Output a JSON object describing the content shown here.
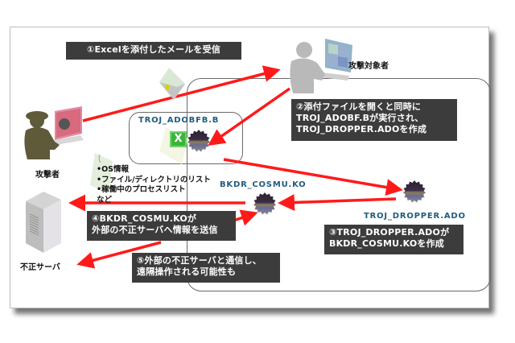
{
  "steps": {
    "step1": "①Excelを添付したメールを受信",
    "step2": "②添付ファイルを開くと同時に\nTROJ_ADOBF.Bが実行され、\nTROJ_DROPPER.ADOを作成",
    "step3": "③TROJ_DROPPER.ADOが\nBKDR_COSMU.KOを作成",
    "step4": "④BKDR_COSMU.KOが\n外部の不正サーバへ情報を送信",
    "step5": "⑤外部の不正サーバと通信し、\n遠隔操作される可能性も"
  },
  "actors": {
    "attacker": "攻撃者",
    "target": "攻撃対象者",
    "server": "不正サーバ"
  },
  "malware": {
    "adobfb": "TROJ_ADOBFB.B",
    "cosmu": "BKDR_COSMU.KO",
    "dropper": "TROJ_DROPPER.ADO"
  },
  "stolen_info": {
    "items": [
      "•OS情報",
      "•ファイル/ディレクトリのリスト",
      "•稼働中のプロセスリスト",
      "など"
    ]
  },
  "icons": {
    "attachment": "excel-icon",
    "excel_glyph": "X"
  },
  "colors": {
    "arrow": "#ff1a1a",
    "dark_box": "#3c3c3c",
    "malware_label": "#1f5c80",
    "attacker_silhouette": "#5e5a3a",
    "target_silhouette": "#b9b9b9"
  }
}
